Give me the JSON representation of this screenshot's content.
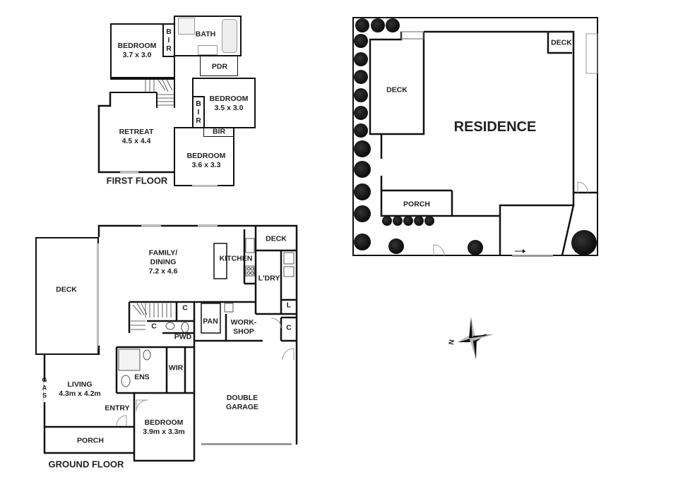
{
  "first_floor": {
    "title": "FIRST FLOOR",
    "rooms": {
      "bedroom1": {
        "name": "BEDROOM",
        "size": "3.7 x 3.0"
      },
      "bir1": "B\nI\nR",
      "bath": "BATH",
      "pdr": "PDR",
      "bedroom2": {
        "name": "BEDROOM",
        "size": "3.5 x 3.0"
      },
      "bir2": "B\nI\nR",
      "bir3": "BIR",
      "retreat": {
        "name": "RETREAT",
        "size": "4.5 x 4.4"
      },
      "bedroom3": {
        "name": "BEDROOM",
        "size": "3.6 x 3.3"
      }
    }
  },
  "ground_floor": {
    "title": "GROUND FLOOR",
    "rooms": {
      "deck": "DECK",
      "family": {
        "name": "FAMILY/",
        "name2": "DINING",
        "size": "7.2 x 4.6"
      },
      "kitchen": "KITCHEN",
      "deck2": "DECK",
      "laundry": "L'DRY",
      "l": "L",
      "c1": "C",
      "c2": "C",
      "c3": "C",
      "pan": "PAN",
      "workshop": {
        "l1": "WORK-",
        "l2": "SHOP"
      },
      "pwd": "PWD",
      "ens": "ENS",
      "wir": "WIR",
      "living": {
        "name": "LIVING",
        "size": "4.3m x 4.2m"
      },
      "gas": "G\nA\nS",
      "entry": "ENTRY",
      "porch": "PORCH",
      "bedroom": {
        "name": "BEDROOM",
        "size": "3.9m x 3.3m"
      },
      "garage": {
        "l1": "DOUBLE",
        "l2": "GARAGE"
      }
    }
  },
  "site_plan": {
    "residence": "RESIDENCE",
    "deck_left": "DECK",
    "deck_right": "DECK",
    "porch": "PORCH"
  },
  "compass": {
    "north_label": "N"
  }
}
